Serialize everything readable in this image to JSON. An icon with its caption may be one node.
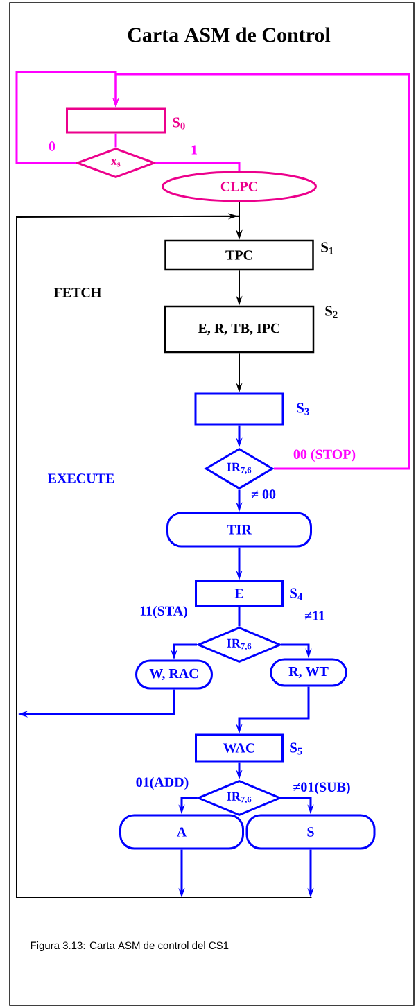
{
  "diagram": {
    "title": "Carta ASM de Control",
    "caption": "Figura 3.13: Carta ASM de control del CS1",
    "nodes": [
      {
        "text": [],
        "shape": "box",
        "beside": [
          "S$_{0}$"
        ]
      },
      {
        "text": [
          "x$_{s}$"
        ]
      },
      {
        "text": [
          "CLPC"
        ]
      },
      {
        "text": [
          "TPC"
        ],
        "beside": [
          "S$_{1}$"
        ]
      },
      {
        "text": [
          "E, R, TB, IPC"
        ],
        "beside": [
          "S$_{2}$"
        ]
      },
      {
        "text": [],
        "shape": "box",
        "beside": [
          "S$_{3}$"
        ]
      },
      {
        "text": [
          "IR$_{7,6}$"
        ]
      },
      {
        "text": [
          "TIR"
        ]
      },
      {
        "text": [
          "E"
        ],
        "beside": [
          "S$_{4}$"
        ]
      },
      {
        "text": [
          "IR$_{7,6}$"
        ]
      },
      {
        "text": [
          "W, RAC"
        ]
      },
      {
        "text": [
          "R, WT"
        ]
      },
      {
        "text": [
          "WAC"
        ],
        "beside": [
          "S$_{5}$"
        ]
      },
      {
        "text": [
          "IR$_{7,6}$"
        ]
      },
      {
        "text": [
          "A"
        ]
      },
      {
        "text": [
          "S"
        ]
      }
    ],
    "edges": [
      {
        "from": 0,
        "to": 1,
        "arrow": "none",
        "color": "#ff00ff"
      },
      {
        "from": 1,
        "to": 0,
        "arrow": "to",
        "label": "0",
        "color": "#ff00ff"
      },
      {
        "from": 1,
        "to": 2,
        "arrow": "none",
        "label": "1",
        "color": "#ff00ff"
      },
      {
        "from": 2,
        "to": 3,
        "arrow": "to",
        "color": "#000000"
      },
      {
        "from": 3,
        "to": 4,
        "arrow": "to",
        "color": "#000000"
      },
      {
        "from": 4,
        "to": 5,
        "arrow": "to",
        "color": "#000000"
      },
      {
        "from": 5,
        "to": 6,
        "arrow": "to"
      },
      {
        "from": 6,
        "to": 0,
        "arrow": "to",
        "label": "00 (STOP)",
        "color": "#ff00ff"
      },
      {
        "from": 6,
        "to": 7,
        "arrow": "to",
        "label": "≠ 00"
      },
      {
        "from": 7,
        "to": 8,
        "arrow": "to"
      },
      {
        "from": 8,
        "to": 9,
        "arrow": "none"
      },
      {
        "from": 9,
        "to": 10,
        "arrow": "to",
        "label": "11(STA)"
      },
      {
        "from": 9,
        "to": 11,
        "arrow": "to",
        "label": "≠11"
      },
      {
        "from": 10,
        "to": null,
        "arrow": "to"
      },
      {
        "from": 11,
        "to": 12,
        "arrow": "to"
      },
      {
        "from": 12,
        "to": 13,
        "arrow": "to"
      },
      {
        "from": 13,
        "to": 14,
        "arrow": "to",
        "label": "01(ADD)"
      },
      {
        "from": 13,
        "to": 15,
        "arrow": "to",
        "label": "≠01(SUB)"
      },
      {
        "from": 14,
        "to": null,
        "arrow": "to"
      },
      {
        "from": 15,
        "to": null,
        "arrow": "to"
      },
      {
        "from": null,
        "to": 3,
        "arrow": "to",
        "color": "#000000"
      }
    ],
    "labels": [
      "FETCH",
      "EXECUTE"
    ]
  }
}
